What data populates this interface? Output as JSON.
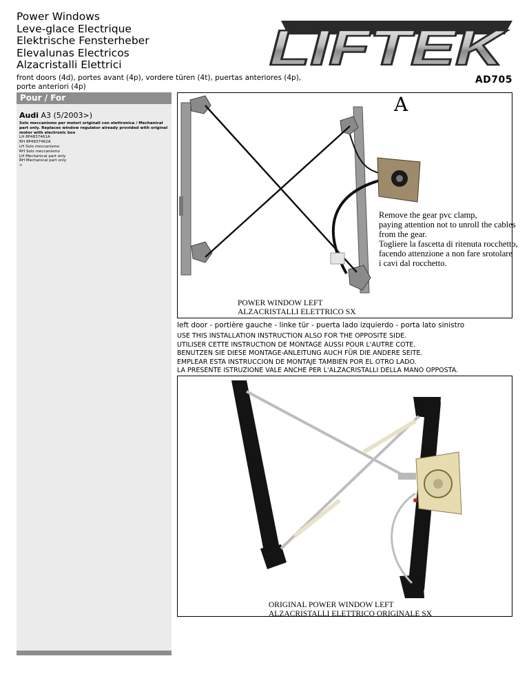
{
  "titles": [
    "Power Windows",
    "Leve-glace Electrique",
    "Elektrische Fensterheber",
    "Elevalunas Electricos",
    "Alzacristalli Elettrici"
  ],
  "logo_text": "LIFTEK",
  "doors": "front doors (4d), portes avant (4p), vordere türen (4t), puertas anteriores (4p), porte anteriori (4p)",
  "product_code": "AD705",
  "sidebar": {
    "header": "Pour / For",
    "make": "Audi",
    "model": "A3 (5/2003>)",
    "description": "Solo meccanismo per motori originali con elettronica / Mechanical part only. Replaces window regulator already provided with original motor with electronic box",
    "parts": [
      "LH 8P4837461A",
      "RH 8P4837462A",
      "LH Solo meccanismo",
      "RH Solo meccanismo",
      "LH Mechanical part only",
      "RH Mechanical part only",
      ">"
    ]
  },
  "figure1": {
    "letter": "A",
    "note": [
      "Remove the gear pvc clamp,",
      "paying attention not to unroll the cables",
      "from the gear.",
      "Togliere la fascetta di ritenuta rocchetto,",
      "facendo attenzione a non fare srotolare",
      " i cavi dal rocchetto."
    ],
    "caption": [
      "POWER WINDOW LEFT",
      "ALZACRISTALLI ELETTRICO SX"
    ]
  },
  "sides_line": "left door - portière gauche - linke tür - puerta lado izquierdo - porta lato sinistro",
  "instructions": [
    "USE THIS INSTALLATION INSTRUCTION ALSO FOR THE OPPOSITE SIDE.",
    "UTILISER CETTE INSTRUCTION DE MONTAGE AUSSI POUR L'AUTRE COTE.",
    "BENUTZEN SIE DIESE MONTAGE-ANLEITUNG AUCH FÜR DIE ANDERE SEITE.",
    "EMPLEAR ESTA INSTRUCCION DE MONTAJE TAMBIEN POR EL OTRO LADO.",
    "LA PRESENTE ISTRUZIONE VALE ANCHE PER L'ALZACRISTALLI DELLA MANO OPPOSTA."
  ],
  "figure2": {
    "caption": [
      "ORIGINAL POWER WINDOW LEFT",
      "ALZACRISTALLI ELETTRICO ORIGINALE SX"
    ]
  },
  "colors": {
    "sidebar_bg": "#ebebeb",
    "sidebar_header_bg": "#8d8d8d",
    "logo_silver": "#b9b9b9",
    "logo_dark": "#2a2a2a"
  }
}
